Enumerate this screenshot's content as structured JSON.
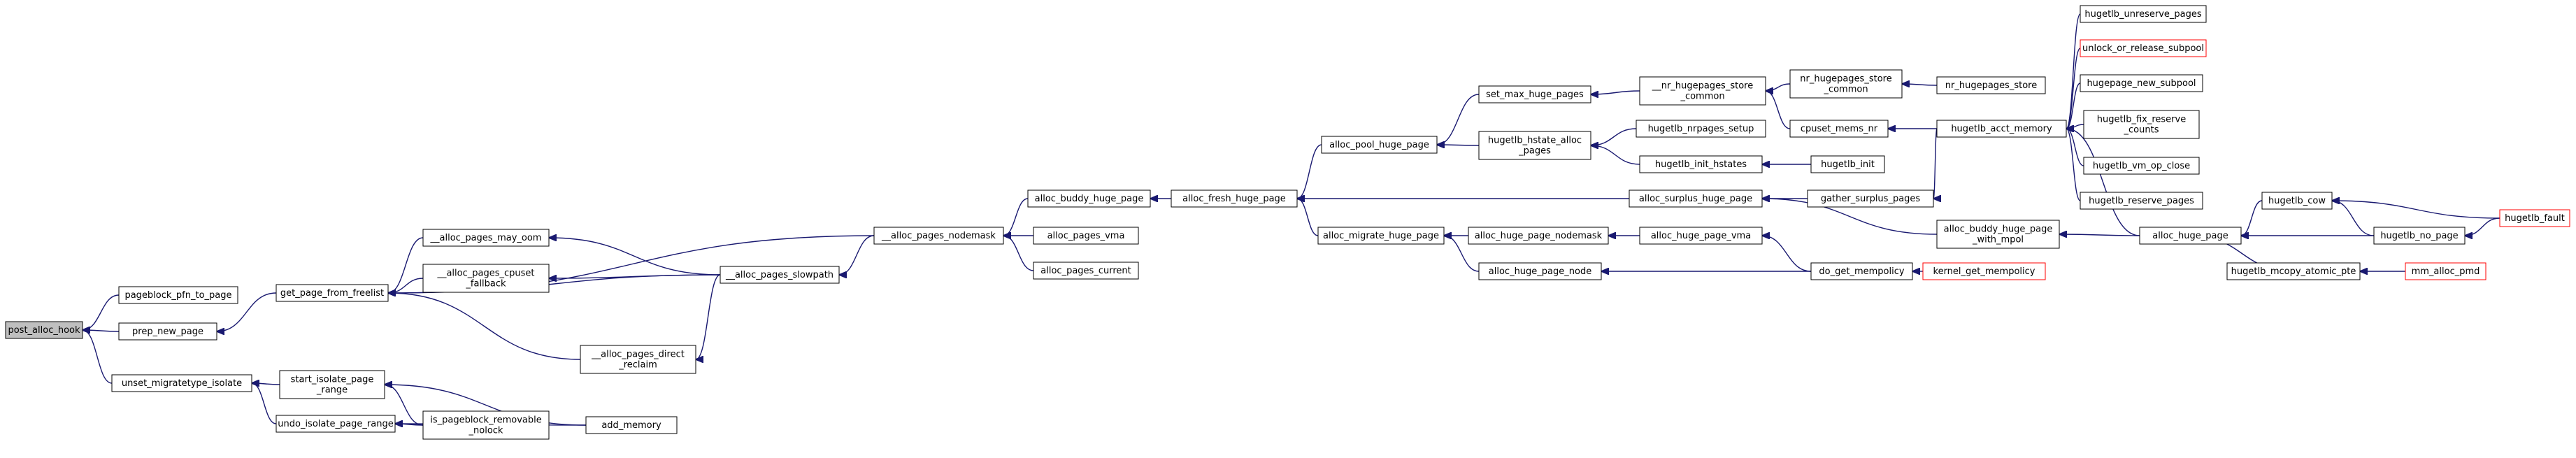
{
  "diagram": {
    "colors": {
      "node_border": "#000000",
      "node_fill": "#ffffff",
      "root_fill": "#bfbfbf",
      "truncated_border": "#ff0000",
      "edge": "#191970"
    },
    "nodes": [
      {
        "id": "root",
        "lines": [
          "post_alloc_hook"
        ],
        "style": "root"
      },
      {
        "id": "pfn",
        "lines": [
          "pageblock_pfn_to_page"
        ]
      },
      {
        "id": "prep",
        "lines": [
          "prep_new_page"
        ]
      },
      {
        "id": "unset",
        "lines": [
          "unset_migratetype_isolate"
        ]
      },
      {
        "id": "gpff",
        "lines": [
          "get_page_from_freelist"
        ]
      },
      {
        "id": "sip",
        "lines": [
          "start_isolate_page",
          "_range"
        ]
      },
      {
        "id": "uip",
        "lines": [
          "undo_isolate_page_range"
        ]
      },
      {
        "id": "ipr",
        "lines": [
          "is_pageblock_removable",
          "_nolock"
        ]
      },
      {
        "id": "addmem",
        "lines": [
          "add_memory"
        ]
      },
      {
        "id": "apmo",
        "lines": [
          "__alloc_pages_may_oom"
        ]
      },
      {
        "id": "apcf",
        "lines": [
          "__alloc_pages_cpuset",
          "_fallback"
        ]
      },
      {
        "id": "aps",
        "lines": [
          "__alloc_pages_slowpath"
        ]
      },
      {
        "id": "apdr",
        "lines": [
          "__alloc_pages_direct",
          "_reclaim"
        ]
      },
      {
        "id": "apn",
        "lines": [
          "__alloc_pages_nodemask"
        ]
      },
      {
        "id": "abhp",
        "lines": [
          "alloc_buddy_huge_page"
        ]
      },
      {
        "id": "apv",
        "lines": [
          "alloc_pages_vma"
        ]
      },
      {
        "id": "apc",
        "lines": [
          "alloc_pages_current"
        ]
      },
      {
        "id": "afhp",
        "lines": [
          "alloc_fresh_huge_page"
        ]
      },
      {
        "id": "aphp",
        "lines": [
          "alloc_pool_huge_page"
        ]
      },
      {
        "id": "amhp",
        "lines": [
          "alloc_migrate_huge_page"
        ]
      },
      {
        "id": "smhp",
        "lines": [
          "set_max_huge_pages"
        ]
      },
      {
        "id": "hhap",
        "lines": [
          "hugetlb_hstate_alloc",
          "_pages"
        ]
      },
      {
        "id": "ash",
        "lines": [
          "alloc_surplus_huge_page"
        ]
      },
      {
        "id": "ahpn",
        "lines": [
          "alloc_huge_page_nodemask"
        ]
      },
      {
        "id": "ahpnode",
        "lines": [
          "alloc_huge_page_node"
        ]
      },
      {
        "id": "ahpvma",
        "lines": [
          "alloc_huge_page_vma"
        ]
      },
      {
        "id": "nrhsc",
        "lines": [
          "__nr_hugepages_store",
          "_common"
        ]
      },
      {
        "id": "hnrs",
        "lines": [
          "hugetlb_nrpages_setup"
        ]
      },
      {
        "id": "hih",
        "lines": [
          "hugetlb_init_hstates"
        ]
      },
      {
        "id": "gsp",
        "lines": [
          "gather_surplus_pages"
        ]
      },
      {
        "id": "dgm",
        "lines": [
          "do_get_mempolicy"
        ]
      },
      {
        "id": "nrhsc2",
        "lines": [
          "nr_hugepages_store",
          "_common"
        ]
      },
      {
        "id": "cmn",
        "lines": [
          "cpuset_mems_nr"
        ]
      },
      {
        "id": "hinit",
        "lines": [
          "hugetlb_init"
        ]
      },
      {
        "id": "abhpm",
        "lines": [
          "alloc_buddy_huge_page",
          "_with_mpol"
        ]
      },
      {
        "id": "kgm",
        "lines": [
          "kernel_get_mempolicy"
        ],
        "style": "truncated"
      },
      {
        "id": "nrhs",
        "lines": [
          "nr_hugepages_store"
        ]
      },
      {
        "id": "ham",
        "lines": [
          "hugetlb_acct_memory"
        ]
      },
      {
        "id": "ahp",
        "lines": [
          "alloc_huge_page"
        ]
      },
      {
        "id": "hup",
        "lines": [
          "hugetlb_unreserve_pages"
        ]
      },
      {
        "id": "uors",
        "lines": [
          "unlock_or_release_subpool"
        ],
        "style": "truncated"
      },
      {
        "id": "hns",
        "lines": [
          "hugepage_new_subpool"
        ]
      },
      {
        "id": "hfrc",
        "lines": [
          "hugetlb_fix_reserve",
          "_counts"
        ]
      },
      {
        "id": "hvoc",
        "lines": [
          "hugetlb_vm_op_close"
        ]
      },
      {
        "id": "hrp",
        "lines": [
          "hugetlb_reserve_pages"
        ]
      },
      {
        "id": "hcow",
        "lines": [
          "hugetlb_cow"
        ]
      },
      {
        "id": "hnp",
        "lines": [
          "hugetlb_no_page"
        ]
      },
      {
        "id": "hmap",
        "lines": [
          "hugetlb_mcopy_atomic_pte"
        ]
      },
      {
        "id": "hfault",
        "lines": [
          "hugetlb_fault"
        ],
        "style": "truncated"
      },
      {
        "id": "mmap",
        "lines": [
          "mm_alloc_pmd"
        ],
        "style": "truncated"
      }
    ],
    "edges": [
      [
        "pfn",
        "root"
      ],
      [
        "prep",
        "root"
      ],
      [
        "unset",
        "root"
      ],
      [
        "gpff",
        "prep"
      ],
      [
        "sip",
        "unset"
      ],
      [
        "uip",
        "unset"
      ],
      [
        "apmo",
        "gpff"
      ],
      [
        "apcf",
        "gpff"
      ],
      [
        "aps",
        "gpff"
      ],
      [
        "apdr",
        "gpff"
      ],
      [
        "apn",
        "gpff"
      ],
      [
        "addmem",
        "sip"
      ],
      [
        "ipr",
        "sip"
      ],
      [
        "addmem",
        "uip"
      ],
      [
        "ipr",
        "uip"
      ],
      [
        "aps",
        "apmo"
      ],
      [
        "aps",
        "apcf"
      ],
      [
        "aps",
        "apdr"
      ],
      [
        "apn",
        "aps"
      ],
      [
        "abhp",
        "apn"
      ],
      [
        "apv",
        "apn"
      ],
      [
        "apc",
        "apn"
      ],
      [
        "afhp",
        "abhp"
      ],
      [
        "aphp",
        "afhp"
      ],
      [
        "amhp",
        "afhp"
      ],
      [
        "ash",
        "afhp"
      ],
      [
        "smhp",
        "aphp"
      ],
      [
        "hhap",
        "aphp"
      ],
      [
        "nrhsc",
        "smhp"
      ],
      [
        "hnrs",
        "hhap"
      ],
      [
        "hih",
        "hhap"
      ],
      [
        "gsp",
        "ash"
      ],
      [
        "abhpm",
        "ash"
      ],
      [
        "ahpn",
        "amhp"
      ],
      [
        "ahpnode",
        "amhp"
      ],
      [
        "ahpvma",
        "ahpn"
      ],
      [
        "dgm",
        "ahpvma"
      ],
      [
        "dgm",
        "ahpnode"
      ],
      [
        "kgm",
        "dgm"
      ],
      [
        "nrhsc2",
        "nrhsc"
      ],
      [
        "cmn",
        "nrhsc"
      ],
      [
        "nrhs",
        "nrhsc2"
      ],
      [
        "ham",
        "cmn"
      ],
      [
        "hinit",
        "hih"
      ],
      [
        "ham",
        "gsp"
      ],
      [
        "ahp",
        "abhpm"
      ],
      [
        "hup",
        "ham"
      ],
      [
        "uors",
        "ham"
      ],
      [
        "hns",
        "ham"
      ],
      [
        "hfrc",
        "ham"
      ],
      [
        "hvoc",
        "ham"
      ],
      [
        "hrp",
        "ham"
      ],
      [
        "ahp",
        "ham"
      ],
      [
        "hcow",
        "ahp"
      ],
      [
        "hnp",
        "ahp"
      ],
      [
        "hmap",
        "ahp"
      ],
      [
        "hnp",
        "hcow"
      ],
      [
        "hfault",
        "hcow"
      ],
      [
        "hfault",
        "hnp"
      ],
      [
        "mmap",
        "hmap"
      ]
    ]
  }
}
